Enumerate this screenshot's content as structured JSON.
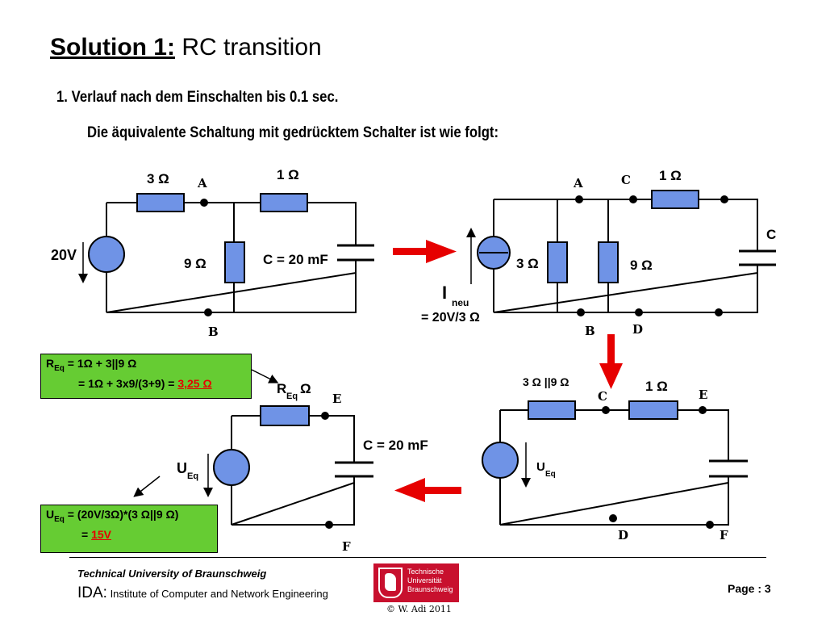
{
  "title": {
    "bold": "Solution 1:",
    "rest": " RC transition"
  },
  "heading1": "1.   Verlauf nach dem Einschalten bis 0.1 sec.",
  "heading2": "Die äquivalente Schaltung mit gedrücktem Schalter ist wie folgt:",
  "circuit1": {
    "r1": "3 Ω",
    "r2": "1 Ω",
    "r3": "9 Ω",
    "cap": "C = 20 mF",
    "source": "20V",
    "node_a": "A",
    "node_b": "B"
  },
  "circuit2": {
    "node_a": "A",
    "node_c": "C",
    "r_top": "1 Ω",
    "cap": "C",
    "r_left": "3 Ω",
    "r_right": "9 Ω",
    "i_main": "I",
    "i_sub": "neu",
    "i_value": "= 20V/3 Ω",
    "node_b": "B",
    "node_d": "D"
  },
  "circuit3": {
    "r_par": "3 Ω ||9 Ω",
    "r_top": "1 Ω",
    "node_c": "C",
    "node_e": "E",
    "u_main": "U",
    "u_sub": "Eq",
    "node_d": "D",
    "node_f": "F"
  },
  "circuit4": {
    "r_main": "R",
    "r_sub": "Eq",
    "r_unit": " Ω",
    "node_e": "E",
    "cap": "C = 20 mF",
    "u_main": "U",
    "u_sub": "Eq",
    "node_f": "F"
  },
  "box_req": {
    "l1_main": "R",
    "l1_sub": "Eq",
    "l1_rest": " = 1Ω + 3||9 Ω",
    "l2_text": "= 1Ω + 3x9/(3+9) = ",
    "l2_result": "3,25  Ω"
  },
  "box_ueq": {
    "l1_main": "U",
    "l1_sub": "Eq",
    "l1_rest": " = (20V/3Ω)*(3 Ω||9 Ω)",
    "l2_text": "= ",
    "l2_result": "15V"
  },
  "footer": {
    "university": "Technical University of Braunschweig",
    "ida_big": "IDA:",
    "ida_rest": " Institute of Computer and Network Engineering",
    "logo_text": [
      "Technische",
      "Universität",
      "Braunschweig"
    ],
    "copyright": "© W. Adi 2011",
    "page": "Page :  3"
  },
  "colors": {
    "component_fill": "#6f93e6",
    "arrow_red": "#e60000",
    "box_green": "#66cc33"
  }
}
